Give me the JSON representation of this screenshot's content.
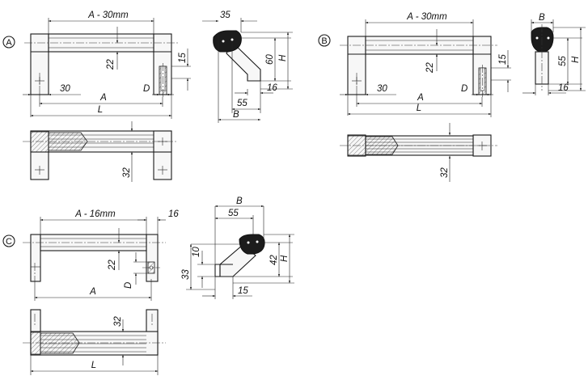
{
  "variants": {
    "a": {
      "label": "A"
    },
    "b": {
      "label": "B"
    },
    "c": {
      "label": "C"
    }
  },
  "dims": {
    "a_minus_30": "A - 30mm",
    "a_minus_16": "A - 16mm",
    "d22": "22",
    "d15": "15",
    "d30": "30",
    "d_D": "D",
    "d_A": "A",
    "d_L": "L",
    "d32": "32",
    "d35": "35",
    "d60": "60",
    "d_H": "H",
    "d16": "16",
    "d55": "55",
    "d_B": "B",
    "d10": "10",
    "d33": "33",
    "d42": "42"
  },
  "colors": {
    "line": "#1a1a1a",
    "fill_dark": "#1c1c1c",
    "background": "#ffffff"
  }
}
